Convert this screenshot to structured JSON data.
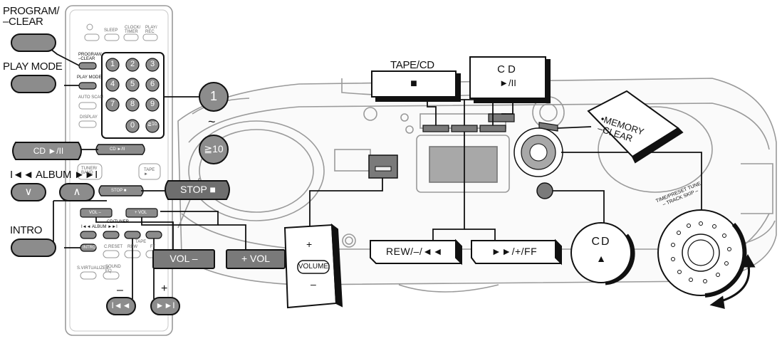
{
  "remote": {
    "program_clear_callout": "PROGRAM/\n–CLEAR",
    "play_mode_callout": "PLAY MODE",
    "cd_play_callout": "CD ►/II",
    "album_callout": "I◄◄ ALBUM ►►I",
    "album_down_glyph": "∨",
    "album_up_glyph": "∧",
    "stop_callout": "STOP ■",
    "intro_callout": "INTRO",
    "vol_minus_callout": "VOL –",
    "vol_plus_callout": "+ VOL",
    "minus_sign": "–",
    "plus_sign": "+",
    "skip_back_glyph": "I◄◄",
    "skip_fwd_glyph": "►►I",
    "number_range_start": "1",
    "number_range_tilde": "~",
    "number_range_end": "≧10",
    "remote_keys": {
      "sleep": "SLEEP",
      "clock_timer": "CLOCK/ TIMER",
      "play_rec": "PLAY/ REC",
      "program_clear": "PROGRAM/ –CLEAR",
      "play_mode": "PLAY MODE",
      "auto_scan": "AUTO SCAN",
      "display": "DISPLAY",
      "cd_play": "CD ►/II",
      "tuner_band": "TUNER/ BAND",
      "tape": "TAPE ►",
      "stop": "STOP ■",
      "vol_minus": "VOL –",
      "vol_plus": "+ VOL",
      "cd_tuner": "CD/TUNER",
      "album": "I◄◄ ALBUM ►►I",
      "tape_group": "TAPE",
      "intro": "INTRO",
      "c_reset": "C.RESET",
      "rew": "REW",
      "ff": "FF",
      "s_virtualizer": "S.VIRTUALIZER",
      "sound_eq": "SOUND EQ",
      "numbers": [
        "1",
        "2",
        "3",
        "4",
        "5",
        "6",
        "7",
        "8",
        "9",
        "0",
        "≧10"
      ]
    }
  },
  "main_unit": {
    "tape_cd_label": "TAPE/CD",
    "tape_cd_glyph": "■",
    "cd_label": "CD",
    "cd_play_glyph": "►/II",
    "memory_clear_label": "•MEMORY\n–CLEAR",
    "volume_label": "VOLUME",
    "volume_plus": "+",
    "volume_minus": "–",
    "rew_label": "REW/–/◄◄",
    "ff_label": "►►/+/FF",
    "cd_eject_label": "CD",
    "cd_eject_glyph": "▲",
    "dial_label": "TIME/PRESET TUNE\n– TRACK SKIP –"
  },
  "colors": {
    "ink": "#111111",
    "button_fill": "#8c8c8c",
    "button_dark": "#6e6e6e",
    "body_line": "#9a9a9a"
  }
}
